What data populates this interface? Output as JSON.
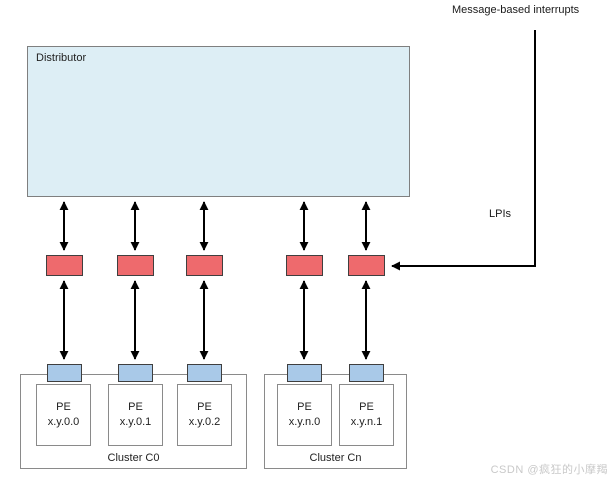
{
  "labels": {
    "message_interrupts": "Message-based interrupts",
    "distributor": "Distributor",
    "lpis": "LPIs"
  },
  "redistributors": {
    "count": 5
  },
  "clusters": [
    {
      "label": "Cluster C0",
      "pes": [
        {
          "name": "PE",
          "id": "x.y.0.0"
        },
        {
          "name": "PE",
          "id": "x.y.0.1"
        },
        {
          "name": "PE",
          "id": "x.y.0.2"
        }
      ]
    },
    {
      "label": "Cluster Cn",
      "pes": [
        {
          "name": "PE",
          "id": "x.y.n.0"
        },
        {
          "name": "PE",
          "id": "x.y.n.1"
        }
      ]
    }
  ],
  "watermark": "CSDN @疯狂的小摩羯",
  "colors": {
    "distributor-fill": "#ddeef5",
    "distributor-border": "#7f7f7f",
    "redistributor-fill": "#ee6a6d",
    "connector-fill": "#a9c9e8",
    "box-border": "#3f3f3f",
    "cluster-border": "#8a8a8a",
    "pe-border": "#8a8a8a",
    "arrow-color": "#000000",
    "watermark-color": "#c9c9c9"
  }
}
